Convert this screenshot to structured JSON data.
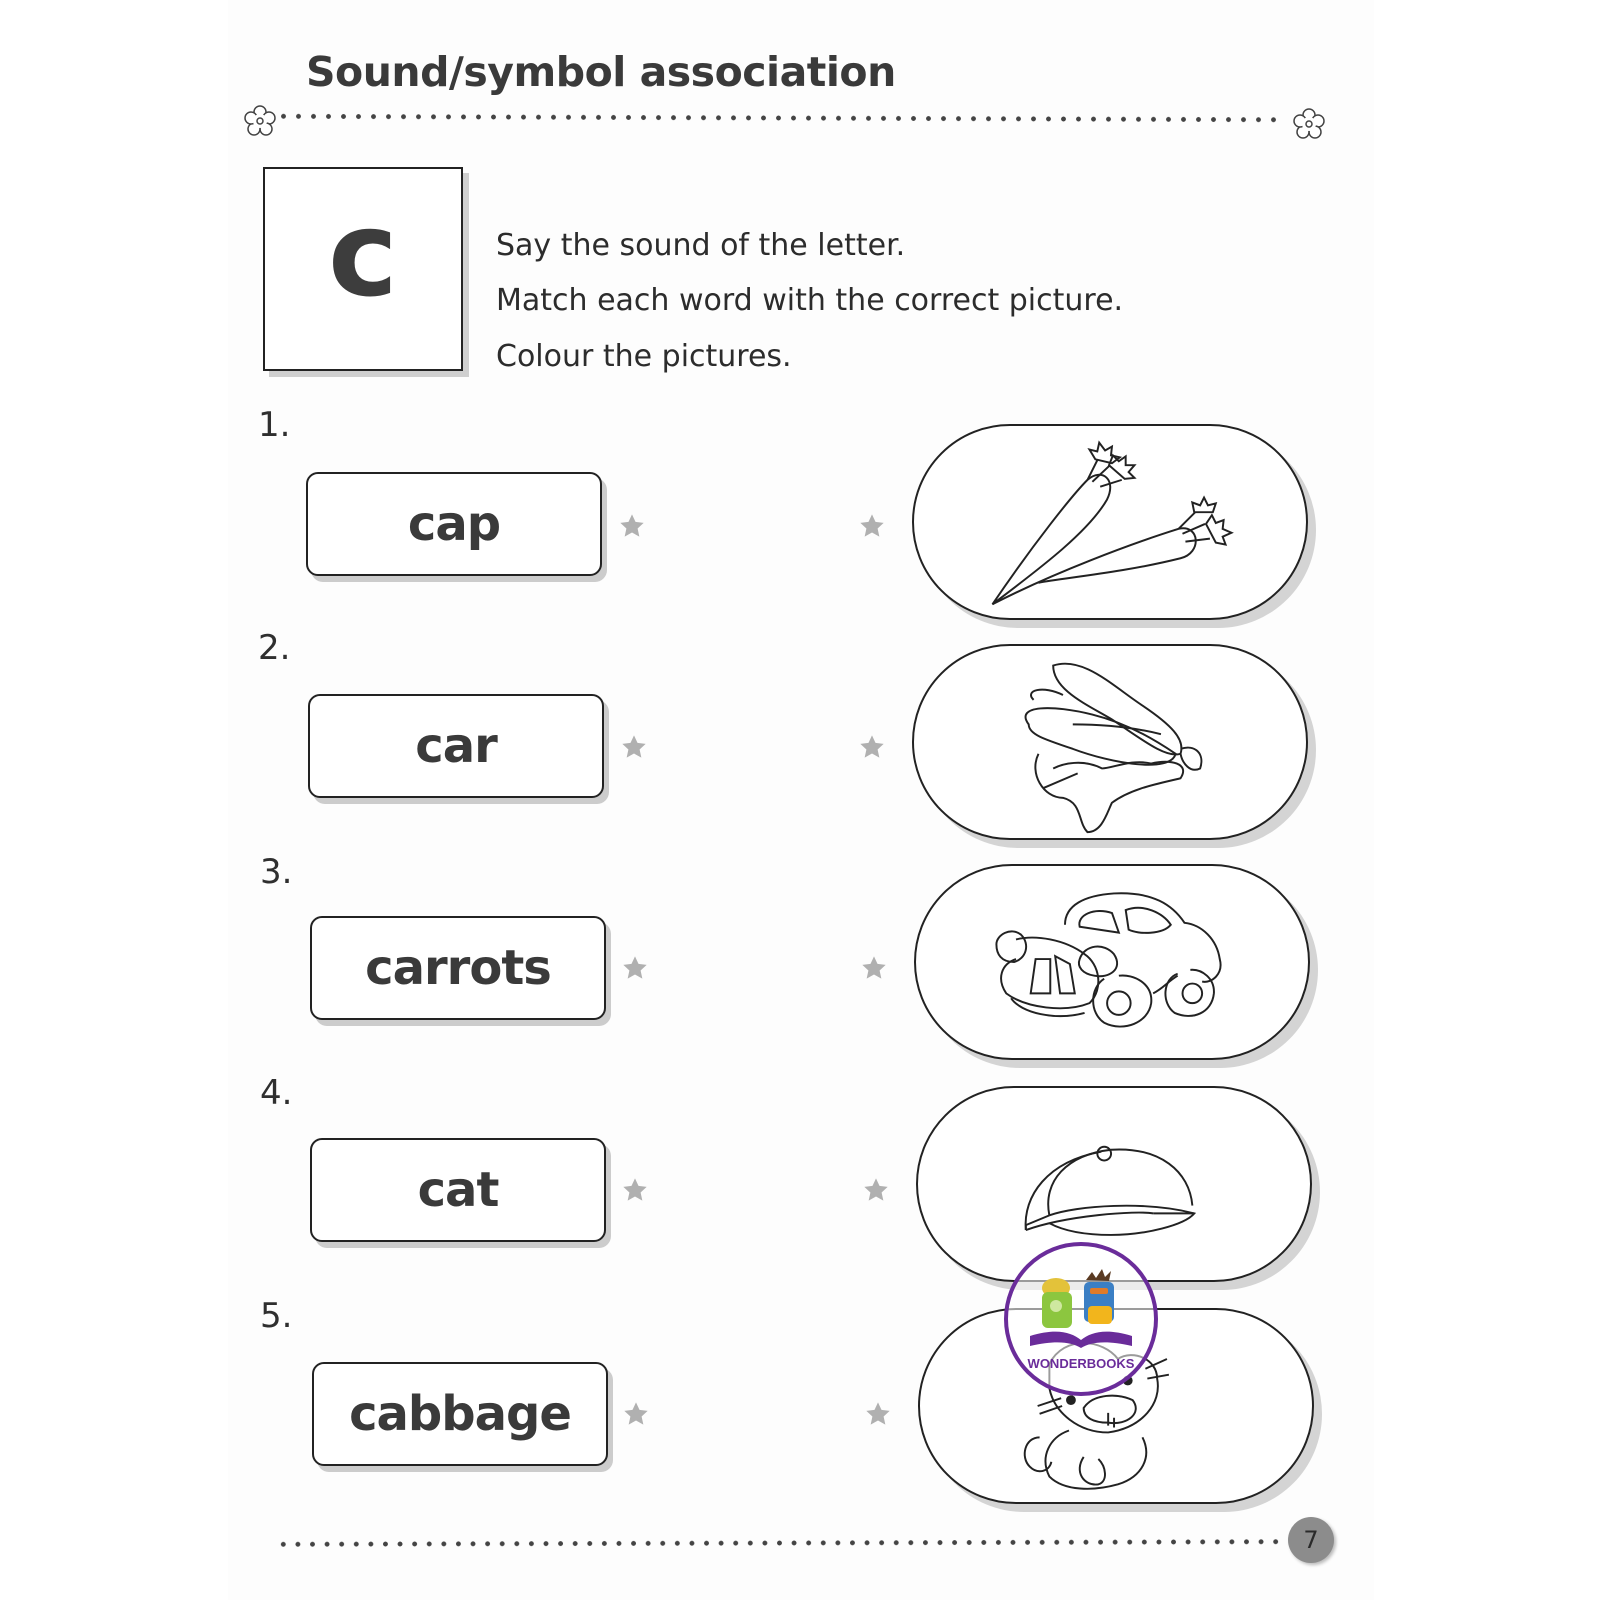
{
  "page": {
    "title": "Sound/symbol association",
    "letter": "c",
    "page_number": "7"
  },
  "instructions": [
    "Say the sound of the letter.",
    "Match each word with the correct picture.",
    "Colour the pictures."
  ],
  "items": [
    {
      "number": "1.",
      "word": "cap",
      "picture": "carrots-icon"
    },
    {
      "number": "2.",
      "word": "car",
      "picture": "cabbage-icon"
    },
    {
      "number": "3.",
      "word": "carrots",
      "picture": "car-icon"
    },
    {
      "number": "4.",
      "word": "cat",
      "picture": "cap-icon"
    },
    {
      "number": "5.",
      "word": "cabbage",
      "picture": "cat-icon"
    }
  ],
  "watermark": {
    "label": "WONDERBOOKS",
    "color": "#6a2c9a"
  },
  "colors": {
    "ink": "#222222",
    "star": "#b0b0b0",
    "page_badge": "#8c8c8c"
  }
}
